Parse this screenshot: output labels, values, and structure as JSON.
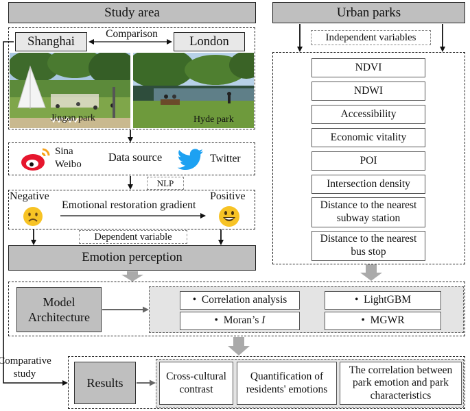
{
  "study_area": {
    "title": "Study area",
    "city_left": "Shanghai",
    "city_right": "London",
    "comparison": "Comparison",
    "park_left": "Jingan park",
    "park_right": "Hyde park"
  },
  "data_source": {
    "weibo_line1": "Sina",
    "weibo_line2": "Weibo",
    "label": "Data source",
    "twitter": "Twitter",
    "nlp": "NLP"
  },
  "emotion": {
    "negative": "Negative",
    "positive": "Positive",
    "gradient": "Emotional restoration gradient",
    "dependent": "Dependent variable",
    "perception": "Emotion perception"
  },
  "urban_parks": {
    "title": "Urban parks",
    "independent": "Independent variables",
    "variables": [
      "NDVI",
      "NDWI",
      "Accessibility",
      "Economic vitality",
      "POI",
      "Intersection density",
      "Distance to the nearest subway station",
      "Distance to the nearest bus stop"
    ]
  },
  "model": {
    "label_line1": "Model",
    "label_line2": "Architecture",
    "methods": [
      "Correlation analysis",
      "LightGBM",
      "Moran’s I",
      "MGWR"
    ]
  },
  "results": {
    "label": "Results",
    "comparative_line1": "Comparative",
    "comparative_line2": "study",
    "items": [
      "Cross-cultural contrast",
      "Quantification of residents' emotions",
      "The correlation between park emotion and park characteristics"
    ]
  },
  "colors": {
    "header_grey": "#bfbfbf",
    "weibo_red": "#e6162d",
    "twitter_blue": "#1da1f2",
    "emoji_yellow": "#f7c325"
  },
  "icons": [
    "weibo-icon",
    "twitter-icon",
    "sad-face-icon",
    "happy-face-icon"
  ]
}
